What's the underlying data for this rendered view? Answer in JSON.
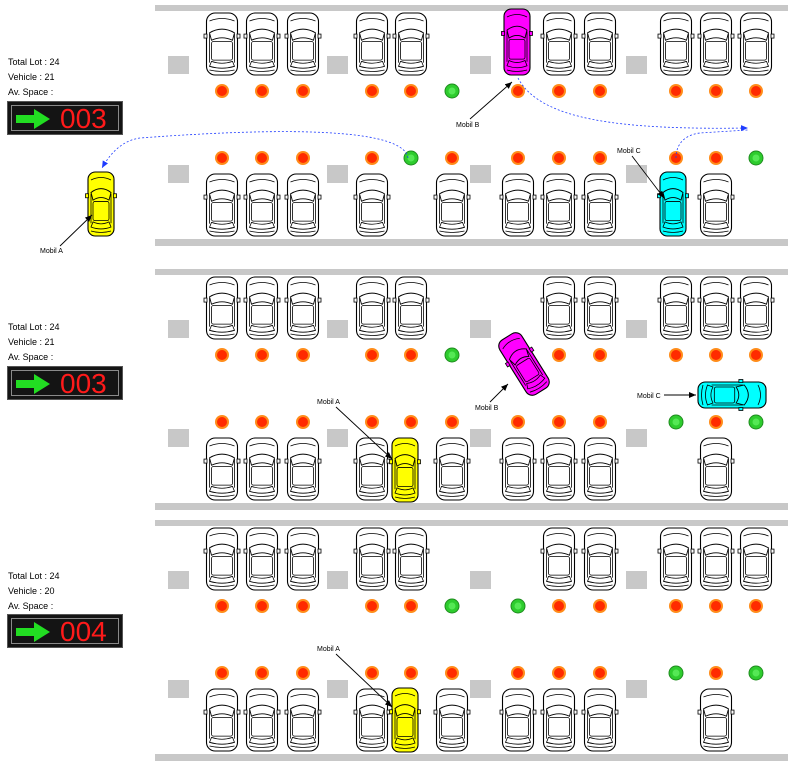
{
  "colors": {
    "road": "#c8c8c8",
    "marker": "#c8c8c8",
    "occupied": "#ff2a00",
    "occupied_ring": "#ff8c1a",
    "free": "#2ecc2e",
    "free_ring": "#1e8c1e",
    "car_yellow": "#ffff00",
    "car_magenta": "#ff00ff",
    "car_cyan": "#00ffff",
    "display_digits": "#ff1a1a",
    "display_arrow": "#22dd22",
    "path_line": "#1f3cff"
  },
  "panels": [
    {
      "total_lot": "Total Lot : 24",
      "vehicle": "Vehicle : 21",
      "av_space": "Av. Space :",
      "display": "003",
      "labels": {
        "a": "Mobil A",
        "b": "Mobil B",
        "c": "Mobil C"
      }
    },
    {
      "total_lot": "Total Lot : 24",
      "vehicle": "Vehicle : 21",
      "av_space": "Av. Space :",
      "display": "003",
      "labels": {
        "a": "Mobil A",
        "b": "Mobil B",
        "c": "Mobil C"
      }
    },
    {
      "total_lot": "Total Lot : 24",
      "vehicle": "Vehicle : 20",
      "av_space": "Av. Space :",
      "display": "004",
      "labels": {
        "a": "Mobil A"
      }
    }
  ],
  "lights": [
    {
      "top": [
        "occupied",
        "occupied",
        "occupied",
        "occupied",
        "occupied",
        "free",
        "occupied",
        "occupied",
        "occupied",
        "occupied",
        "occupied",
        "occupied"
      ],
      "bottom": [
        "occupied",
        "occupied",
        "occupied",
        "occupied",
        "free",
        "occupied",
        "occupied",
        "occupied",
        "occupied",
        "occupied",
        "occupied",
        "free"
      ]
    },
    {
      "top": [
        "occupied",
        "occupied",
        "occupied",
        "occupied",
        "occupied",
        "free",
        "occupied",
        "occupied",
        "occupied",
        "occupied",
        "occupied",
        "occupied"
      ],
      "bottom": [
        "occupied",
        "occupied",
        "occupied",
        "occupied",
        "occupied",
        "occupied",
        "occupied",
        "occupied",
        "occupied",
        "free",
        "occupied",
        "free"
      ]
    },
    {
      "top": [
        "occupied",
        "occupied",
        "occupied",
        "occupied",
        "occupied",
        "free",
        "free",
        "occupied",
        "occupied",
        "occupied",
        "occupied",
        "occupied"
      ],
      "bottom": [
        "occupied",
        "occupied",
        "occupied",
        "occupied",
        "occupied",
        "occupied",
        "occupied",
        "occupied",
        "occupied",
        "free",
        "occupied",
        "free"
      ]
    }
  ]
}
